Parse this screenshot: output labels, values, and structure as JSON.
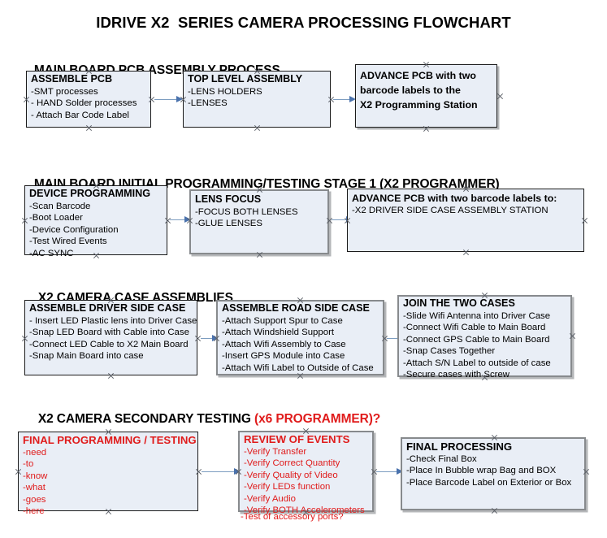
{
  "title": "IDRIVE X2  SERIES CAMERA PROCESSING FLOWCHART",
  "colors": {
    "box_fill": "#e9eef6",
    "box_border": "#1b1b1b",
    "box_border_grey": "#878a8d",
    "arrow": "#7d9dc0",
    "arrow_head": "#4a72ad",
    "text": "#000000",
    "accent_red": "#e01b1b"
  },
  "sections": [
    {
      "heading": "MAIN BOARD PCB ASSEMBLY PROCESS",
      "heading_accent": "",
      "boxes": [
        {
          "title": "ASSEMBLE PCB",
          "lines": [
            "-SMT processes",
            "- HAND Solder processes",
            "- Attach Bar Code Label"
          ]
        },
        {
          "title": "TOP LEVEL ASSEMBLY",
          "lines": [
            "-LENS HOLDERS",
            "-LENSES"
          ]
        },
        {
          "title": "ADVANCE PCB with two",
          "lines": [
            "barcode labels to the",
            " X2 Programming Station"
          ]
        }
      ]
    },
    {
      "heading": "MAIN BOARD INITIAL PROGRAMMING/TESTING STAGE 1 (X2 PROGRAMMER)",
      "heading_accent": "",
      "boxes": [
        {
          "title": "DEVICE PROGRAMMING",
          "lines": [
            "-Scan Barcode",
            "-Boot Loader",
            "-Device Configuration",
            "-Test Wired Events",
            "-AC SYNC"
          ]
        },
        {
          "title": "LENS FOCUS",
          "lines": [
            "-FOCUS BOTH LENSES",
            "-GLUE LENSES"
          ]
        },
        {
          "title": "ADVANCE PCB with two barcode labels to:",
          "lines": [
            "-X2 DRIVER  SIDE  CASE  ASSEMBLY STATION"
          ]
        }
      ]
    },
    {
      "heading": "X2 CAMERA CASE ASSEMBLIES",
      "heading_accent": "",
      "boxes": [
        {
          "title": "ASSEMBLE DRIVER SIDE CASE",
          "lines": [
            "- Insert LED Plastic lens into Driver Case",
            "-Snap LED Board with Cable into Case",
            "-Connect LED Cable to X2 Main Board",
            "-Snap Main Board into case"
          ]
        },
        {
          "title": "ASSEMBLE ROAD SIDE CASE",
          "lines": [
            "-Attach Support Spur to Case",
            "-Attach Windshield Support",
            "-Attach Wifi Assembly to Case",
            "-Insert GPS Module into Case",
            "-Attach Wifi Label to Outside of Case"
          ]
        },
        {
          "title": "JOIN THE TWO CASES",
          "lines": [
            "-Slide Wifi Antenna into Driver Case",
            "-Connect Wifi Cable to Main Board",
            "-Connect GPS Cable to Main Board",
            "-Snap Cases Together",
            "-Attach S/N Label to outside of case",
            "-Secure cases with Screw"
          ]
        }
      ]
    },
    {
      "heading": "X2 CAMERA SECONDARY TESTING ",
      "heading_accent": "(x6 PROGRAMMER)?",
      "boxes": [
        {
          "title": "FINAL PROGRAMMING / TESTING",
          "lines": [
            "-need",
            "-to",
            "-know",
            "-what",
            "-goes",
            "-here"
          ]
        },
        {
          "title": "REVIEW OF EVENTS",
          "lines": [
            "-Verify Transfer",
            "-Verify Correct Quantity",
            "-Verify Quality of Video",
            "-Verify LEDs function",
            "-Verify Audio",
            "-Verify BOTH Accelerometers"
          ],
          "overflow_line": "-Test of accessory ports?"
        },
        {
          "title": "FINAL PROCESSING",
          "lines": [
            " -Check Final Box",
            "-Place In Bubble wrap Bag and BOX",
            "-Place Barcode Label on Exterior or Box"
          ]
        }
      ]
    }
  ]
}
